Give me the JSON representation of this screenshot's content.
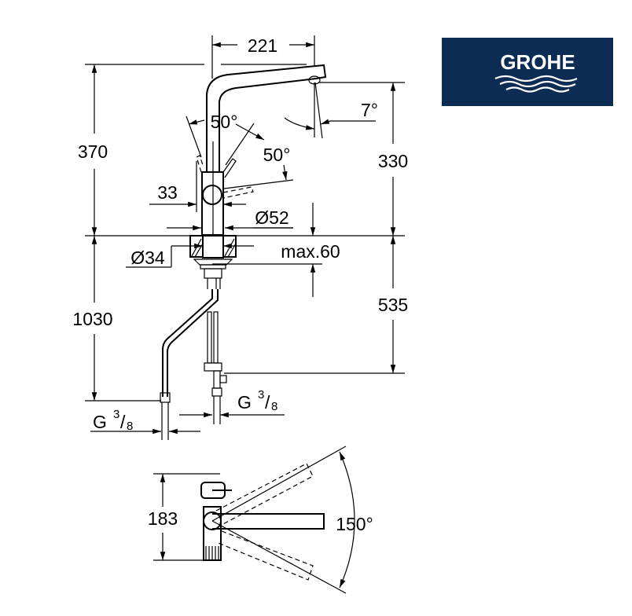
{
  "brand": {
    "name": "GROHE",
    "background_color": "#0d2c54",
    "text_color": "#ffffff"
  },
  "dimensions": {
    "spout_reach": "221",
    "total_height": "370",
    "spout_height": "330",
    "spout_angle": "7°",
    "lever_angle_side": "50°",
    "lever_angle_front": "50°",
    "lever_offset": "33",
    "base_diameter": "Ø52",
    "hole_diameter": "Ø34",
    "max_deck_thickness": "max.60",
    "hose_length": "1030",
    "connection_depth": "535",
    "connection_left": {
      "letter": "G",
      "num": "3",
      "den": "8"
    },
    "connection_right": {
      "letter": "G",
      "num": "3",
      "den": "8"
    },
    "top_view_depth": "183",
    "swivel_angle": "150°"
  }
}
